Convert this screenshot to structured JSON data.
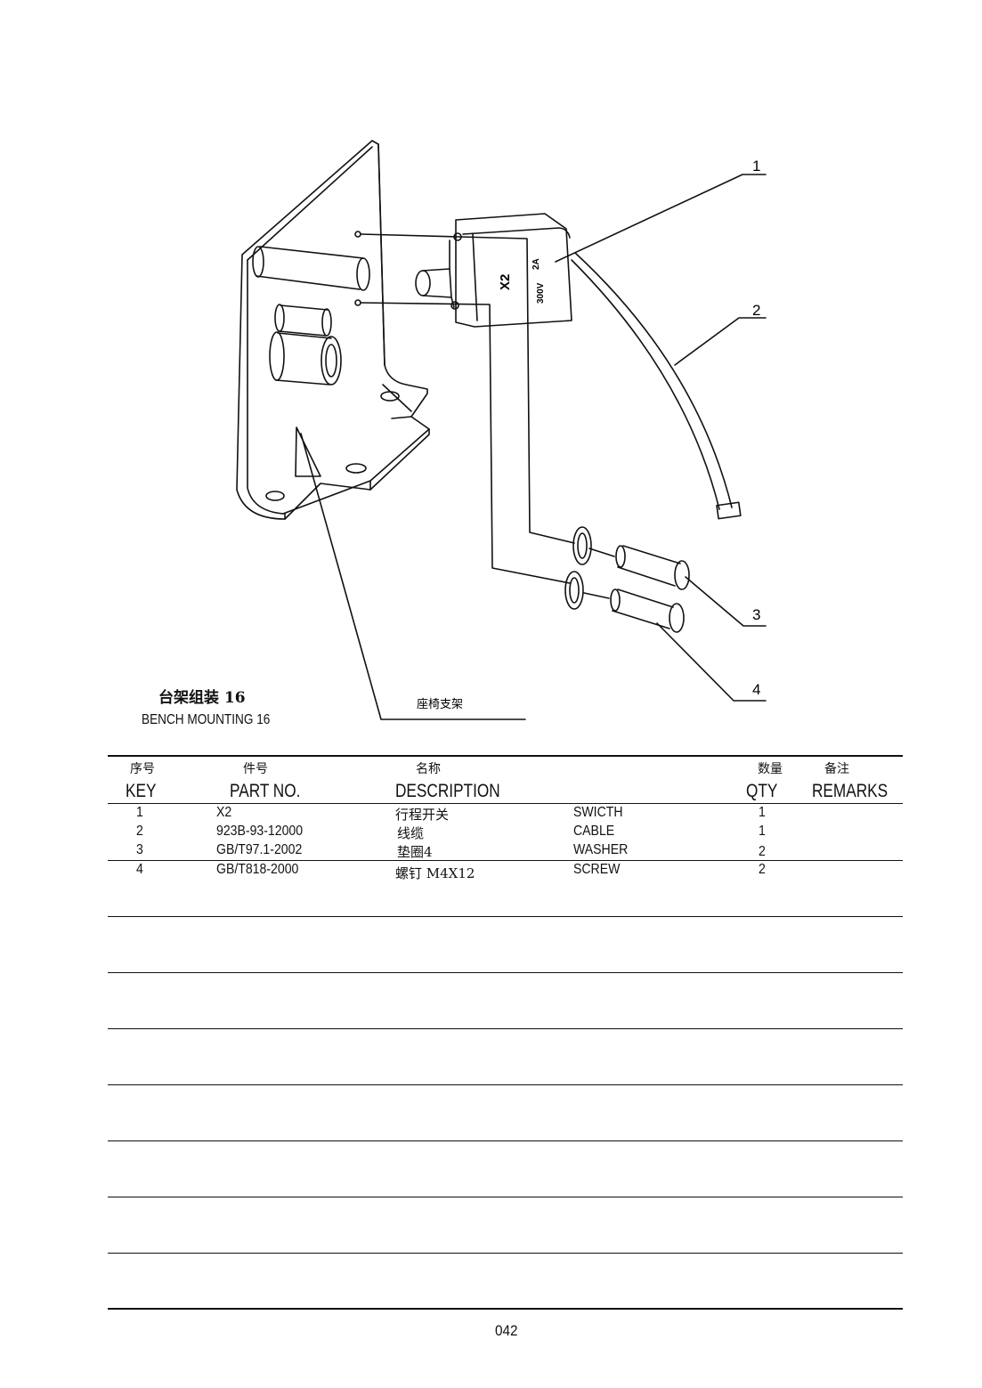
{
  "diagram": {
    "callouts": [
      "1",
      "2",
      "3",
      "4"
    ],
    "switch_labels": {
      "model": "X2",
      "voltage": "300V",
      "current": "2A"
    },
    "bracket_label": "座椅支架"
  },
  "assembly": {
    "title_cn": "台架组装 16",
    "title_en": "BENCH MOUNTING 16"
  },
  "table": {
    "headers_cn": {
      "key": "序号",
      "part_no": "件号",
      "description": "名称",
      "qty": "数量",
      "remarks": "备注"
    },
    "headers_en": {
      "key": "KEY",
      "part_no": "PART NO.",
      "description": "DESCRIPTION",
      "qty": "QTY",
      "remarks": "REMARKS"
    },
    "rows": [
      {
        "key": "1",
        "part_no": "X2",
        "desc_cn": "行程开关",
        "desc_en": "SWICTH",
        "qty": "1",
        "remarks": ""
      },
      {
        "key": "2",
        "part_no": "923B-93-12000",
        "desc_cn": "线缆",
        "desc_en": "CABLE",
        "qty": "1",
        "remarks": ""
      },
      {
        "key": "3",
        "part_no": "GB/T97.1-2002",
        "desc_cn": "垫圈4",
        "desc_en": "WASHER",
        "qty": "2",
        "remarks": ""
      },
      {
        "key": "4",
        "part_no": "GB/T818-2000",
        "desc_cn": "螺钉 M4X12",
        "desc_en": "SCREW",
        "qty": "2",
        "remarks": ""
      }
    ]
  },
  "page_number": "042"
}
